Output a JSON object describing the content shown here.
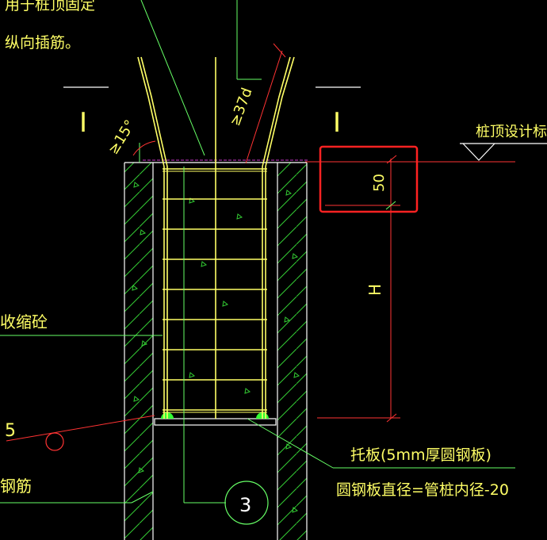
{
  "colors": {
    "background": "#000000",
    "concrete_outline": "#ffffff",
    "hatch": "#33cc33",
    "rebar": "#ffff66",
    "leader": "#66ff66",
    "dimension": "#ff3333",
    "callout_box": "#ff2222",
    "text_yellow": "#ffff66",
    "text_white": "#ffffff",
    "design_line": "#cc33cc"
  },
  "labels": {
    "top_note_line1": "用于桩顶固定",
    "top_note_line2": "纵向插筋。",
    "section_left": "I",
    "section_right": "I",
    "angle_label": "≥15°",
    "anchor_label": "≥37d",
    "pile_top_elevation": "桩顶设计标高",
    "dim_50": "50",
    "dim_h": "H",
    "shrink_concrete": "收缩砼",
    "callout_5": "5",
    "rebar_note": "钢筋",
    "callout_3": "3",
    "plate_note_line1": "托板(5mm厚圆钢板)",
    "plate_note_line2": "圆钢板直径=管桩内径-20"
  }
}
